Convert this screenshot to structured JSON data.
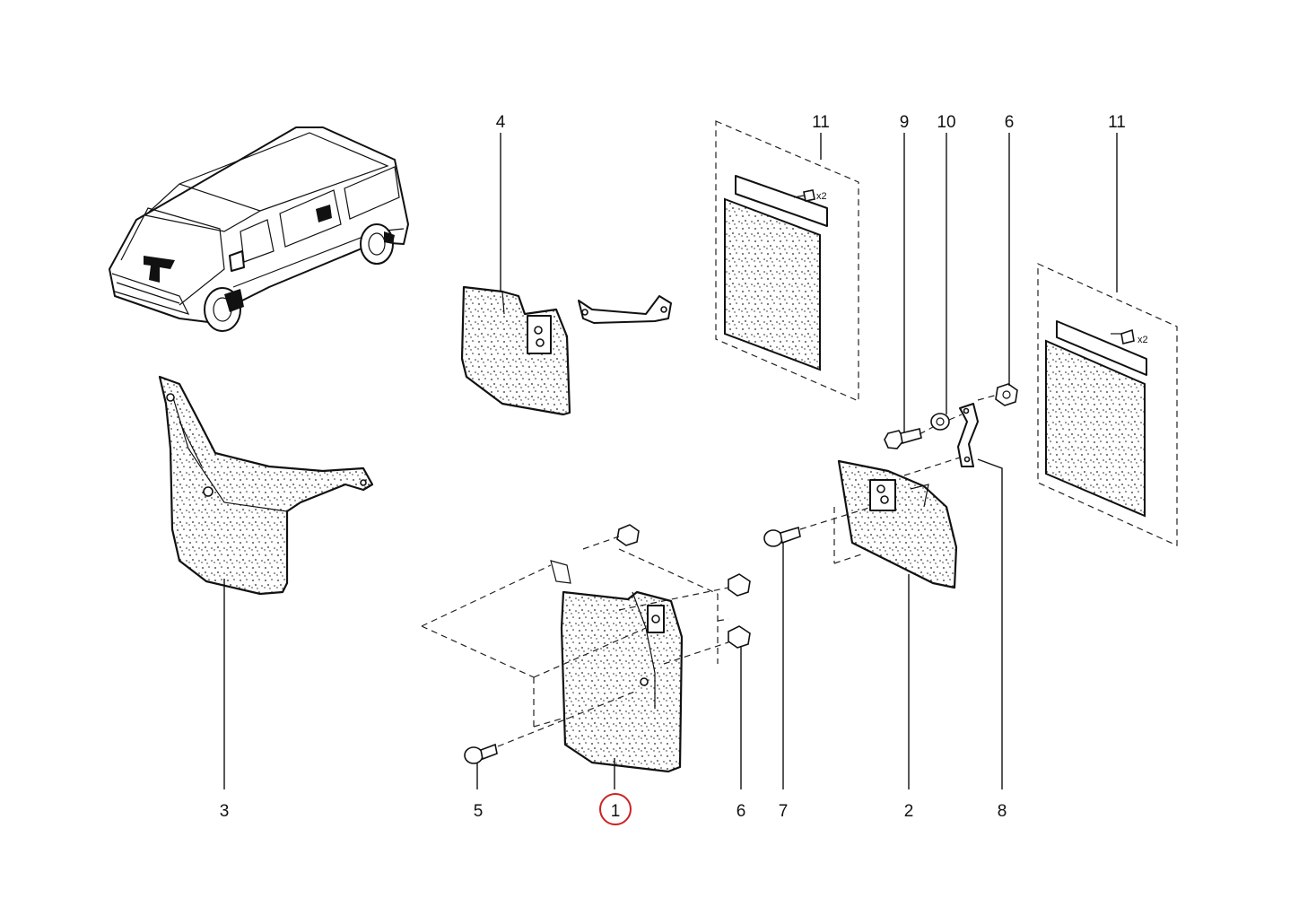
{
  "diagram": {
    "callouts": {
      "part_1": "1",
      "part_2": "2",
      "part_3": "3",
      "part_4": "4",
      "part_5": "5",
      "part_6_bottom": "6",
      "part_6_top": "6",
      "part_7": "7",
      "part_8": "8",
      "part_9": "9",
      "part_10": "10",
      "part_11_left": "11",
      "part_11_right": "11"
    },
    "quantity_markers": {
      "kit_left_rivets": "x2",
      "kit_right_rivets": "x2"
    },
    "highlight": {
      "circled_callout": "1",
      "circle_color": "#cc2222"
    }
  }
}
